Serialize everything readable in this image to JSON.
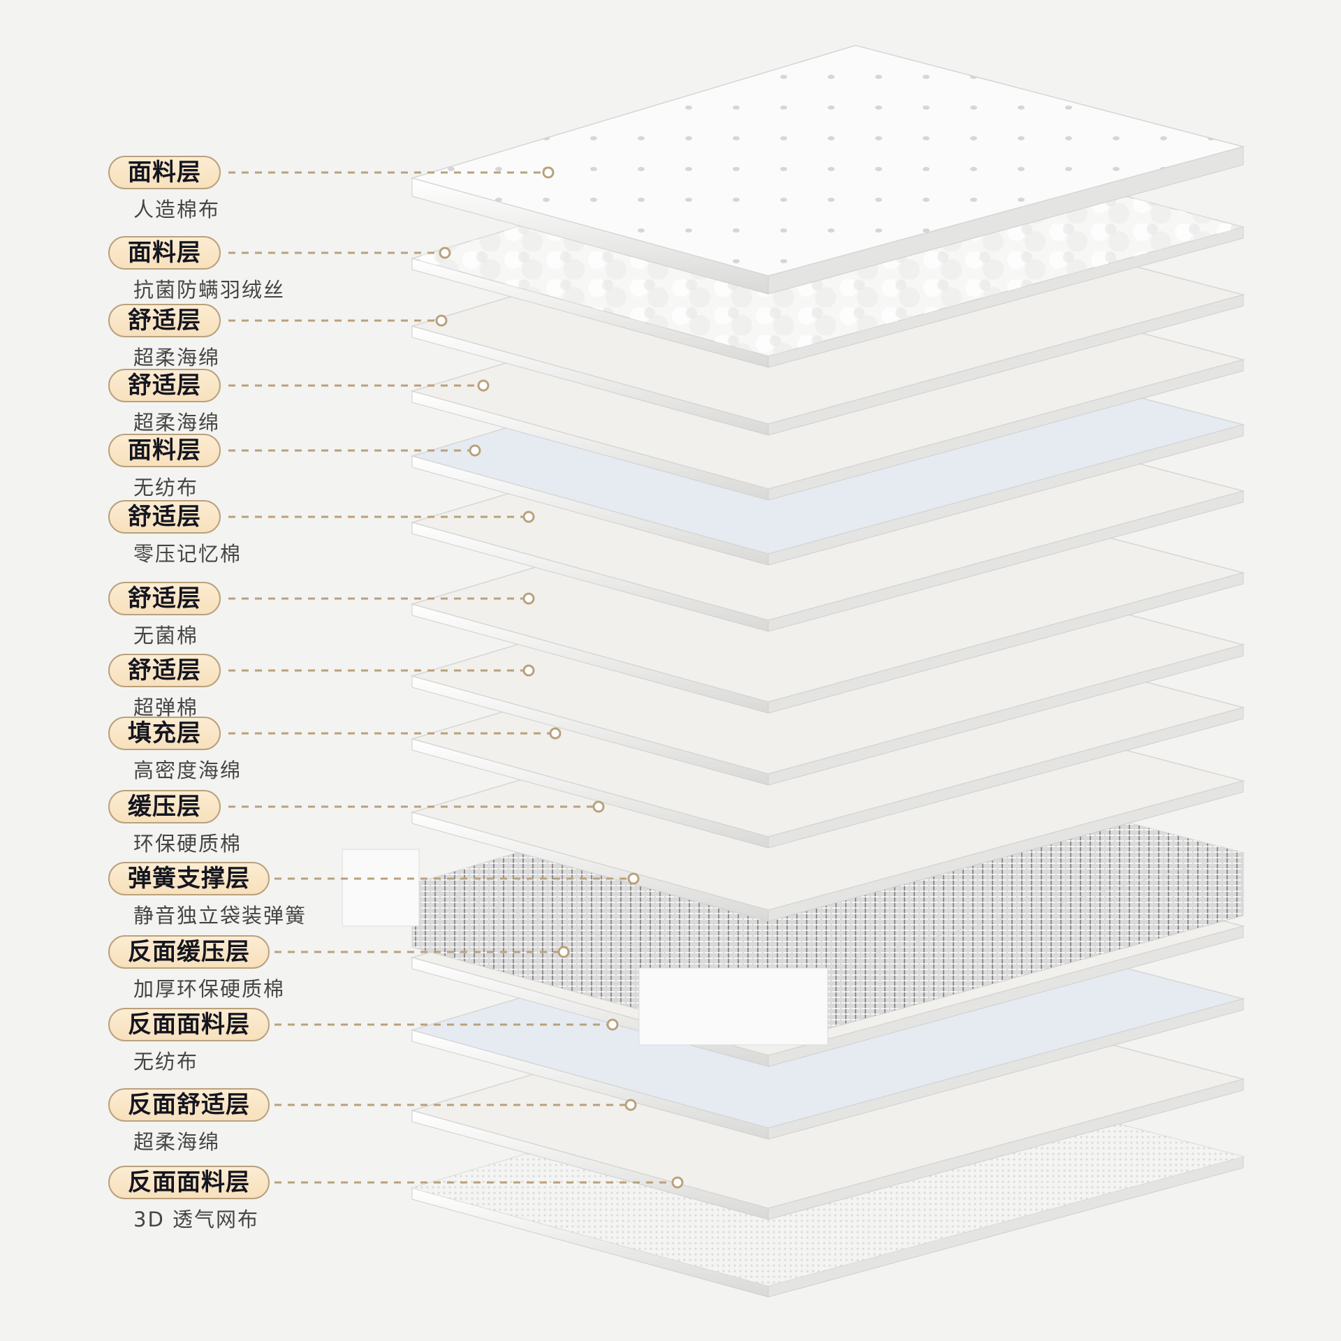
{
  "layers": [
    {
      "title": "面料层",
      "material": "人造棉布",
      "fill": "#fbfbfb",
      "texture": "quilted"
    },
    {
      "title": "面料层",
      "material": "抗菌防螨羽绒丝",
      "fill": "#f7f7f5",
      "texture": "fluff"
    },
    {
      "title": "舒适层",
      "material": "超柔海绵",
      "fill": "#f1f0ec",
      "texture": "plain"
    },
    {
      "title": "舒适层",
      "material": "超柔海绵",
      "fill": "#f1f0ec",
      "texture": "plain"
    },
    {
      "title": "面料层",
      "material": "无纺布",
      "fill": "#e6ebf2",
      "texture": "plain"
    },
    {
      "title": "舒适层",
      "material": "零压记忆棉",
      "fill": "#f1f0ec",
      "texture": "plain"
    },
    {
      "title": "舒适层",
      "material": "无菌棉",
      "fill": "#f1f0ec",
      "texture": "plain"
    },
    {
      "title": "舒适层",
      "material": "超弹棉",
      "fill": "#f1f0ec",
      "texture": "plain"
    },
    {
      "title": "填充层",
      "material": "高密度海绵",
      "fill": "#f1f0ec",
      "texture": "plain"
    },
    {
      "title": "缓压层",
      "material": "环保硬质棉",
      "fill": "#f1f0ec",
      "texture": "plain"
    },
    {
      "title": "弹簧支撑层",
      "material": "静音独立袋装弹簧",
      "fill": "#dcdcdc",
      "texture": "springs"
    },
    {
      "title": "反面缓压层",
      "material": "加厚环保硬质棉",
      "fill": "#f1f0ec",
      "texture": "plain"
    },
    {
      "title": "反面面料层",
      "material": "无纺布",
      "fill": "#e6ebf2",
      "texture": "plain"
    },
    {
      "title": "反面舒适层",
      "material": "超柔海绵",
      "fill": "#f1f0ec",
      "texture": "plain"
    },
    {
      "title": "反面面料层",
      "material": "3D 透气网布",
      "fill": "#f4f4f2",
      "texture": "mesh"
    }
  ],
  "colors": {
    "leader_line": "#b9a17c",
    "pill_border": "#b9a17c",
    "pill_fill": "#f9e6c6",
    "background": "#f3f3f1"
  }
}
